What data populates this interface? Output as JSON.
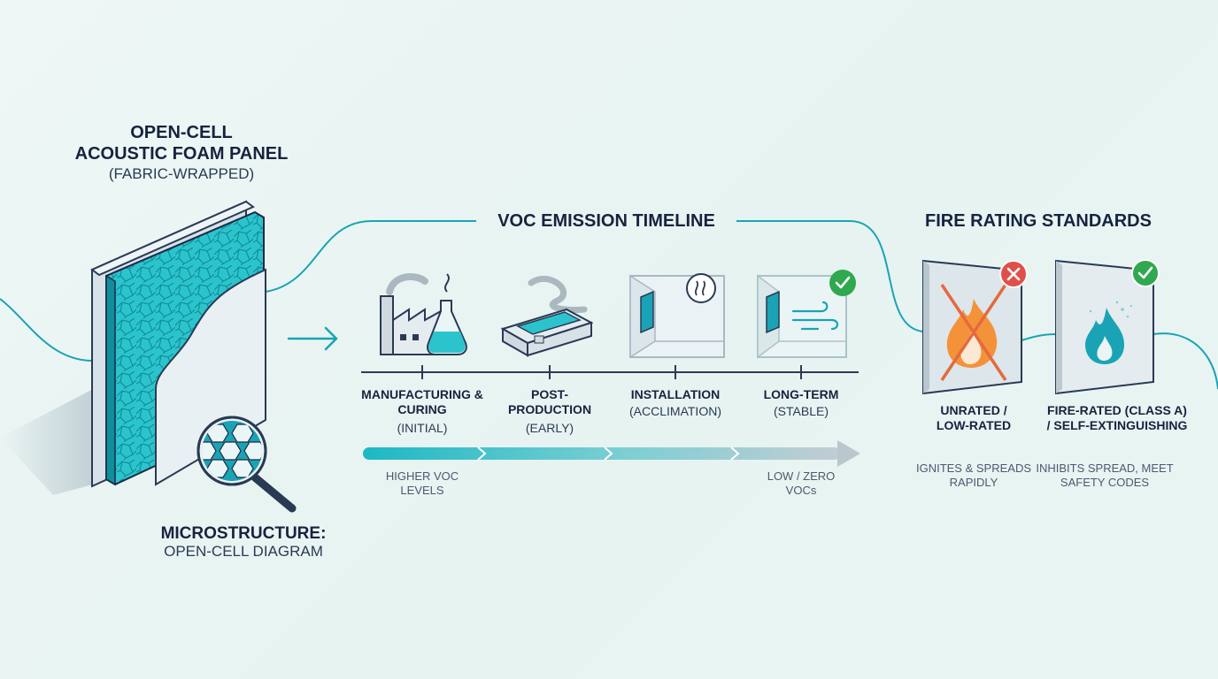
{
  "panel": {
    "title_line1": "OPEN-CELL",
    "title_line2": "ACOUSTIC FOAM PANEL",
    "subtitle": "(FABRIC-WRAPPED)",
    "micro_title": "MICROSTRUCTURE:",
    "micro_sub": "OPEN-CELL DIAGRAM",
    "icons": [
      "foam-panel-icon",
      "magnifier-icon",
      "arrow-right-icon"
    ]
  },
  "timeline": {
    "title": "VOC EMISSION TIMELINE",
    "stages": [
      {
        "title": "MANUFACTURING & CURING",
        "sub": "(INITIAL)",
        "icon": "factory-flask-icon"
      },
      {
        "title": "POST-PRODUCTION",
        "sub": "(EARLY)",
        "icon": "packaged-panel-icon"
      },
      {
        "title": "INSTALLATION",
        "sub": "(ACCLIMATION)",
        "icon": "room-vapor-icon"
      },
      {
        "title": "LONG-TERM",
        "sub": "(STABLE)",
        "icon": "room-airflow-icon"
      }
    ],
    "gradient_start_label": "HIGHER VOC LEVELS",
    "gradient_end_label": "LOW / ZERO VOCs",
    "colors": {
      "high": "#1cb8c4",
      "low": "#b9c7cf"
    }
  },
  "fire": {
    "title": "FIRE RATING STANDARDS",
    "items": [
      {
        "title": "UNRATED / LOW-RATED",
        "desc": "IGNITES & SPREADS RAPIDLY",
        "status": "fail",
        "icon": "flame-crossed-icon",
        "badge_icon": "x-badge-icon",
        "badge_color": "#e0504a"
      },
      {
        "title": "FIRE-RATED (CLASS A) / SELF-EXTINGUISHING",
        "desc": "INHIBITS SPREAD, MEET SAFETY CODES",
        "status": "pass",
        "icon": "flame-blue-icon",
        "badge_icon": "check-badge-icon",
        "badge_color": "#2fa84f"
      }
    ]
  }
}
